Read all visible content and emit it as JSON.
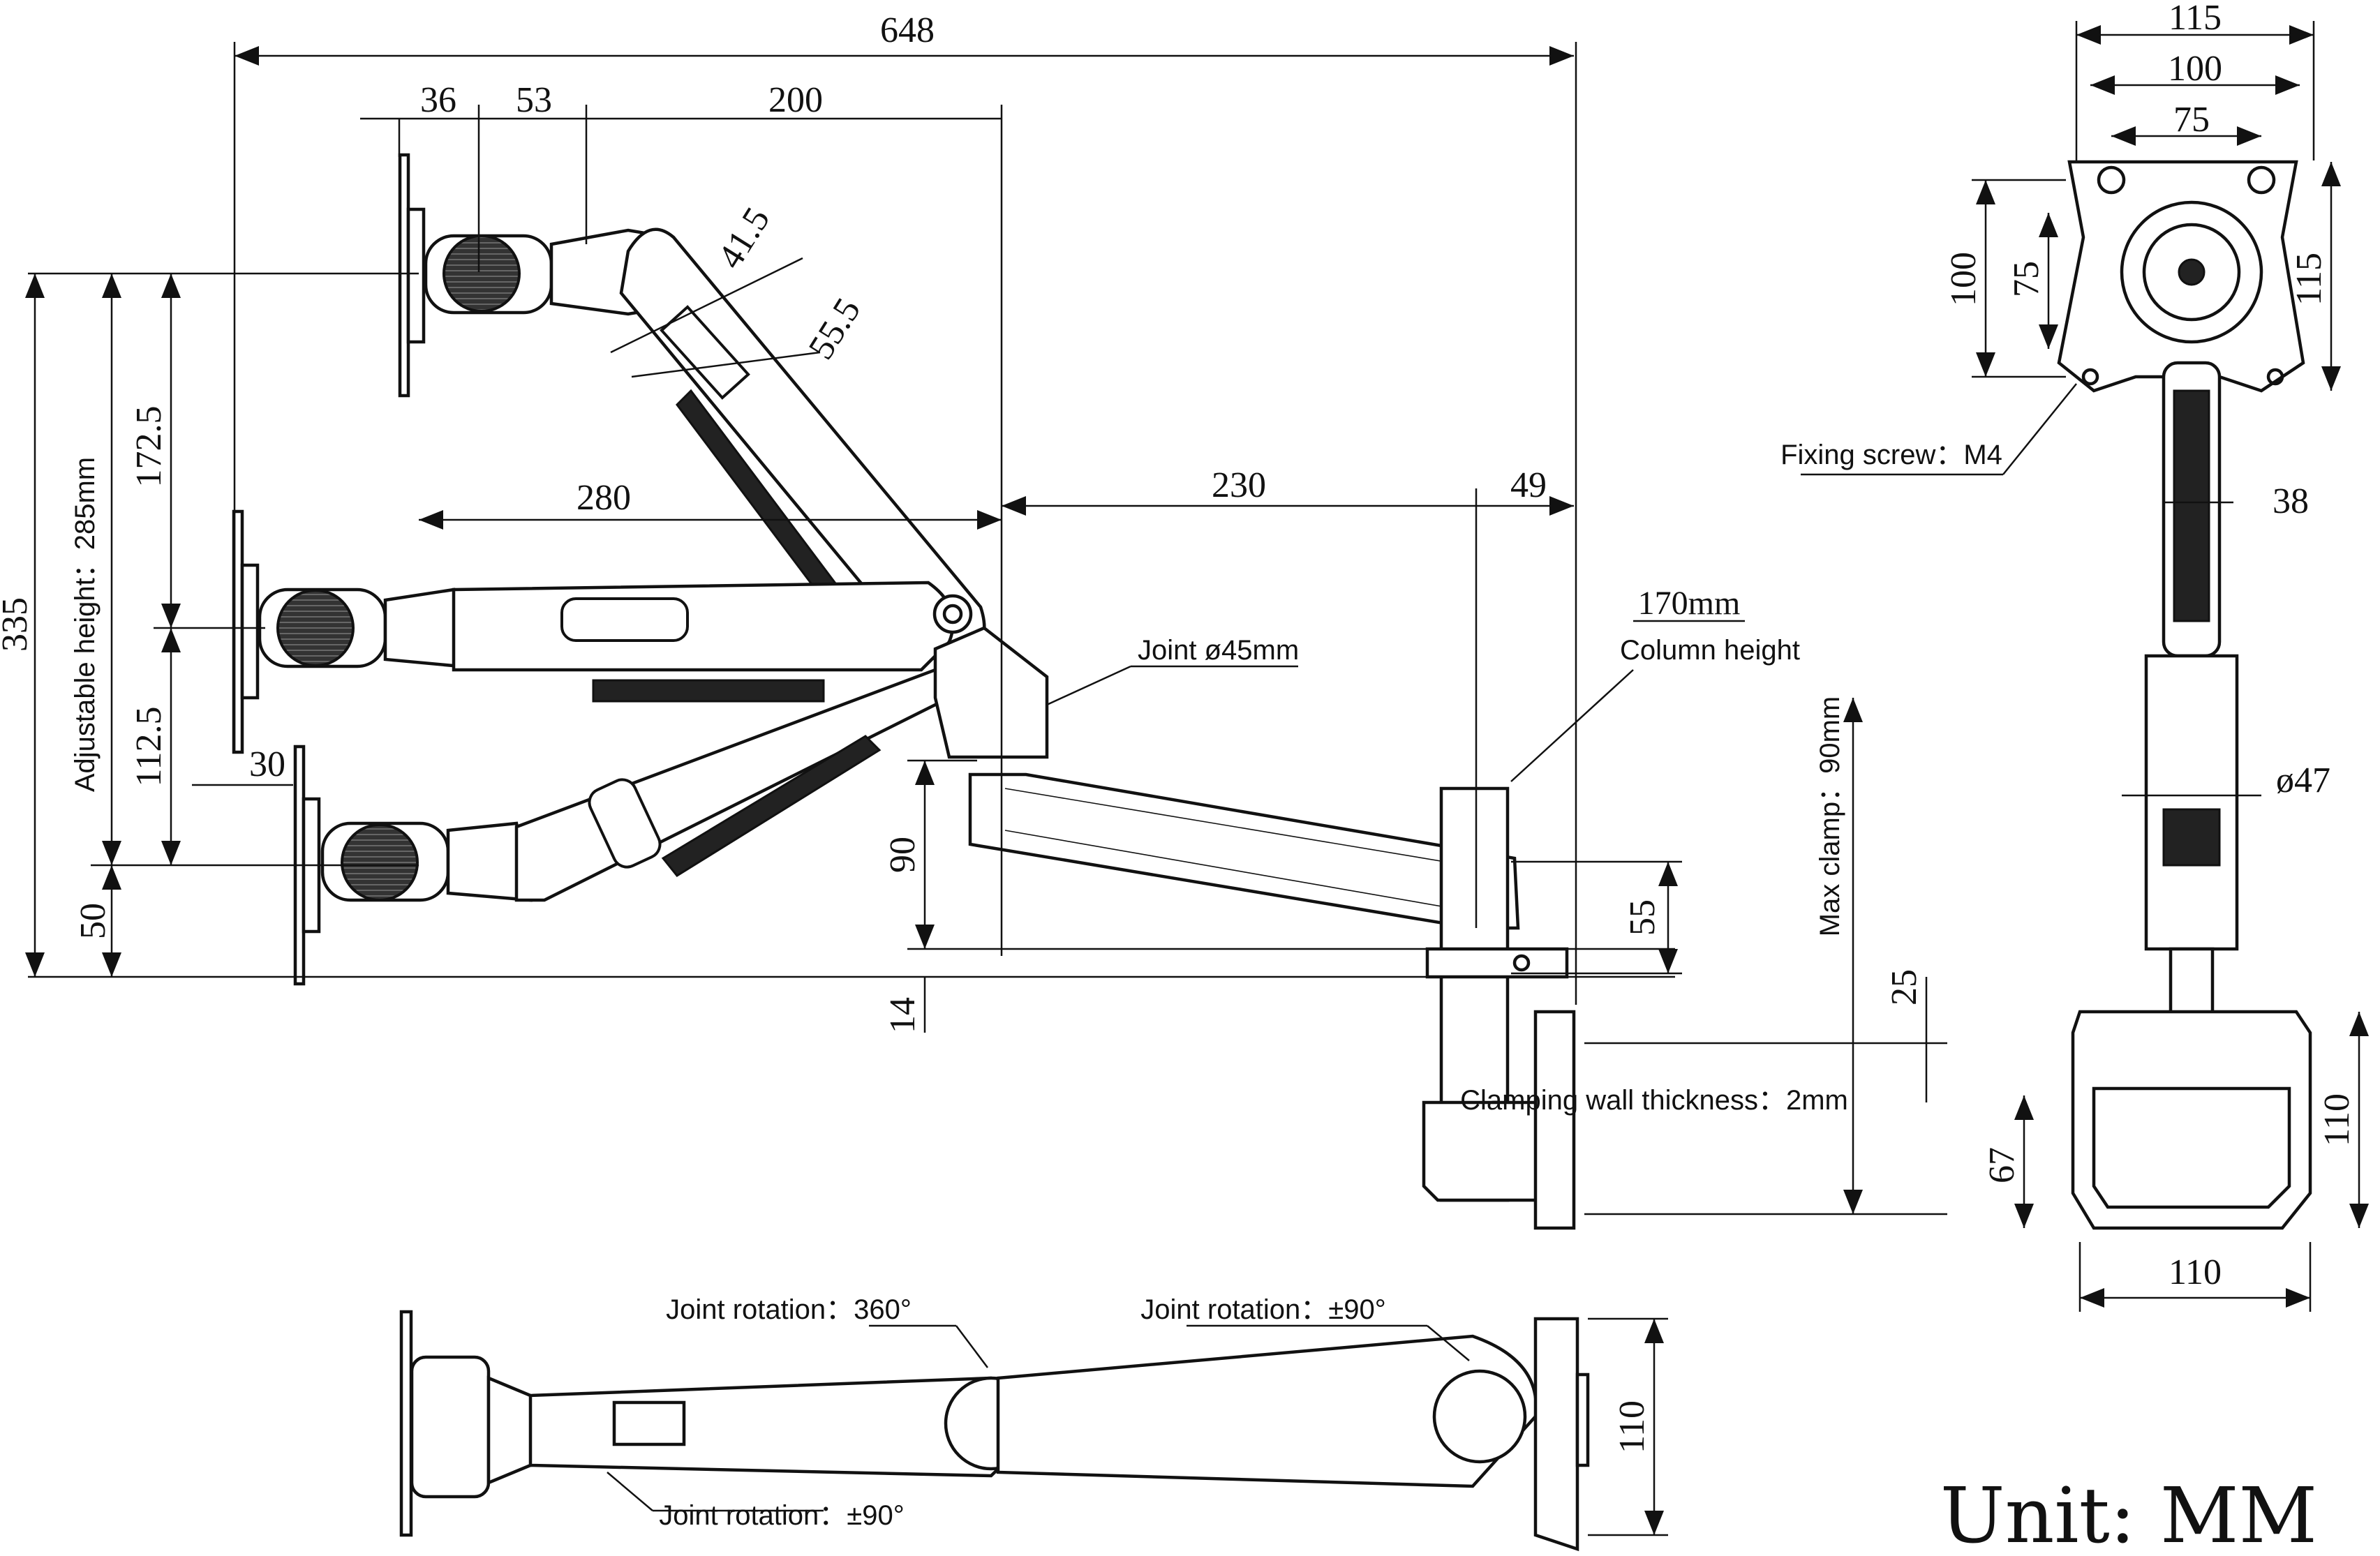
{
  "dimensions": {
    "overall_width": "648",
    "top_36": "36",
    "top_53": "53",
    "top_200": "200",
    "arm_41_5": "41.5",
    "arm_55_5": "55.5",
    "h_280": "280",
    "h_230": "230",
    "h_49": "49",
    "left_30": "30",
    "v_335": "335",
    "v_172_5": "172.5",
    "v_112_5": "112.5",
    "v_50": "50",
    "v_90": "90",
    "v_14": "14",
    "v_55": "55",
    "v_25": "25",
    "v_67": "67",
    "v_110_right": "110",
    "h_110_bottom": "110",
    "v_110_top_view": "110",
    "vesa_115_top": "115",
    "vesa_100_top": "100",
    "vesa_75_top": "75",
    "vesa_100_side": "100",
    "vesa_75_side": "75",
    "vesa_115_side": "115",
    "width_38": "38",
    "dia_47": "ø47"
  },
  "labels": {
    "adjustable_height": "Adjustable height：285mm",
    "joint_diameter": "Joint ø45mm",
    "column_height_value": "170mm",
    "column_height_label": "Column height",
    "max_clamp": "Max clamp：90mm",
    "clamping_wall": "Clamping wall thickness：2mm",
    "fixing_screw": "Fixing screw：M4",
    "joint_rotation_360": "Joint rotation：360°",
    "joint_rotation_90_top": "Joint rotation：±90°",
    "joint_rotation_90_bottom": "Joint rotation：±90°",
    "unit": "Unit: MM"
  }
}
